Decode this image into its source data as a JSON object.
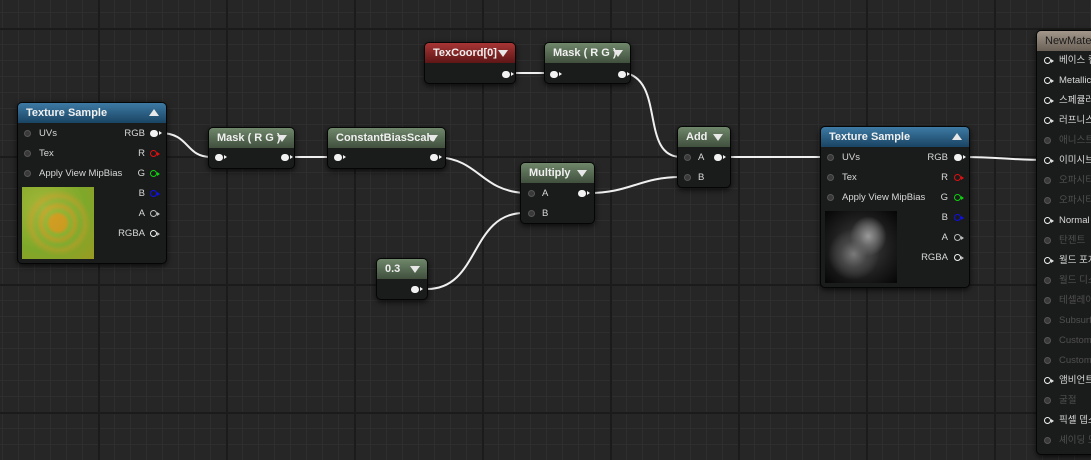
{
  "nodes": {
    "texcoord": {
      "title": "TexCoord[0]"
    },
    "mask_top": {
      "title": "Mask ( R G )"
    },
    "mask_left": {
      "title": "Mask ( R G )"
    },
    "constant_bias_scale": {
      "title": "ConstantBiasScale"
    },
    "multiply": {
      "title": "Multiply",
      "pin_a": "A",
      "pin_b": "B"
    },
    "add": {
      "title": "Add",
      "pin_a": "A",
      "pin_b": "B"
    },
    "constant": {
      "title": "0.3"
    },
    "texture_sample_left": {
      "title": "Texture Sample",
      "inputs": [
        "UVs",
        "Tex",
        "Apply View MipBias"
      ],
      "outputs": [
        "RGB",
        "R",
        "G",
        "B",
        "A",
        "RGBA"
      ]
    },
    "texture_sample_right": {
      "title": "Texture Sample",
      "inputs": [
        "UVs",
        "Tex",
        "Apply View MipBias"
      ],
      "outputs": [
        "RGB",
        "R",
        "G",
        "B",
        "A",
        "RGBA"
      ]
    },
    "material_result": {
      "title": "NewMater",
      "pins": [
        {
          "label": "베이스 컬",
          "active": true
        },
        {
          "label": "Metallic",
          "active": true
        },
        {
          "label": "스페큘러",
          "active": true
        },
        {
          "label": "러프니스",
          "active": true
        },
        {
          "label": "애니스트",
          "active": false
        },
        {
          "label": "이미시브",
          "active": true
        },
        {
          "label": "오파시티",
          "active": false
        },
        {
          "label": "오파시티",
          "active": false
        },
        {
          "label": "Normal",
          "active": true
        },
        {
          "label": "탄젠트",
          "active": false
        },
        {
          "label": "월드 포지",
          "active": true
        },
        {
          "label": "월드 디스",
          "active": false
        },
        {
          "label": "테셀레이",
          "active": false
        },
        {
          "label": "Subsurf",
          "active": false
        },
        {
          "label": "Custom",
          "active": false
        },
        {
          "label": "Custom",
          "active": false
        },
        {
          "label": "앰비언트",
          "active": true
        },
        {
          "label": "굴절",
          "active": false
        },
        {
          "label": "픽셀 뎁스",
          "active": true
        },
        {
          "label": "셰이딩 모",
          "active": false
        }
      ]
    }
  },
  "colors": {
    "canvas": "#262626",
    "node_body": "#1a1c1b",
    "header_green": "#5a6e56",
    "header_blue": "#2a5f86",
    "header_red": "#8e2626",
    "header_result": "#8a7f74",
    "wire": "#f0f0f0",
    "pin_r": "#e01010",
    "pin_g": "#10d010",
    "pin_b": "#1010e8"
  },
  "icons": {
    "collapse_arrow": "triangle-down-icon",
    "expand_arrow": "triangle-up-icon",
    "texture_preview_left": "noise-gold-thumbnail",
    "texture_preview_right": "smoke-grey-thumbnail"
  }
}
